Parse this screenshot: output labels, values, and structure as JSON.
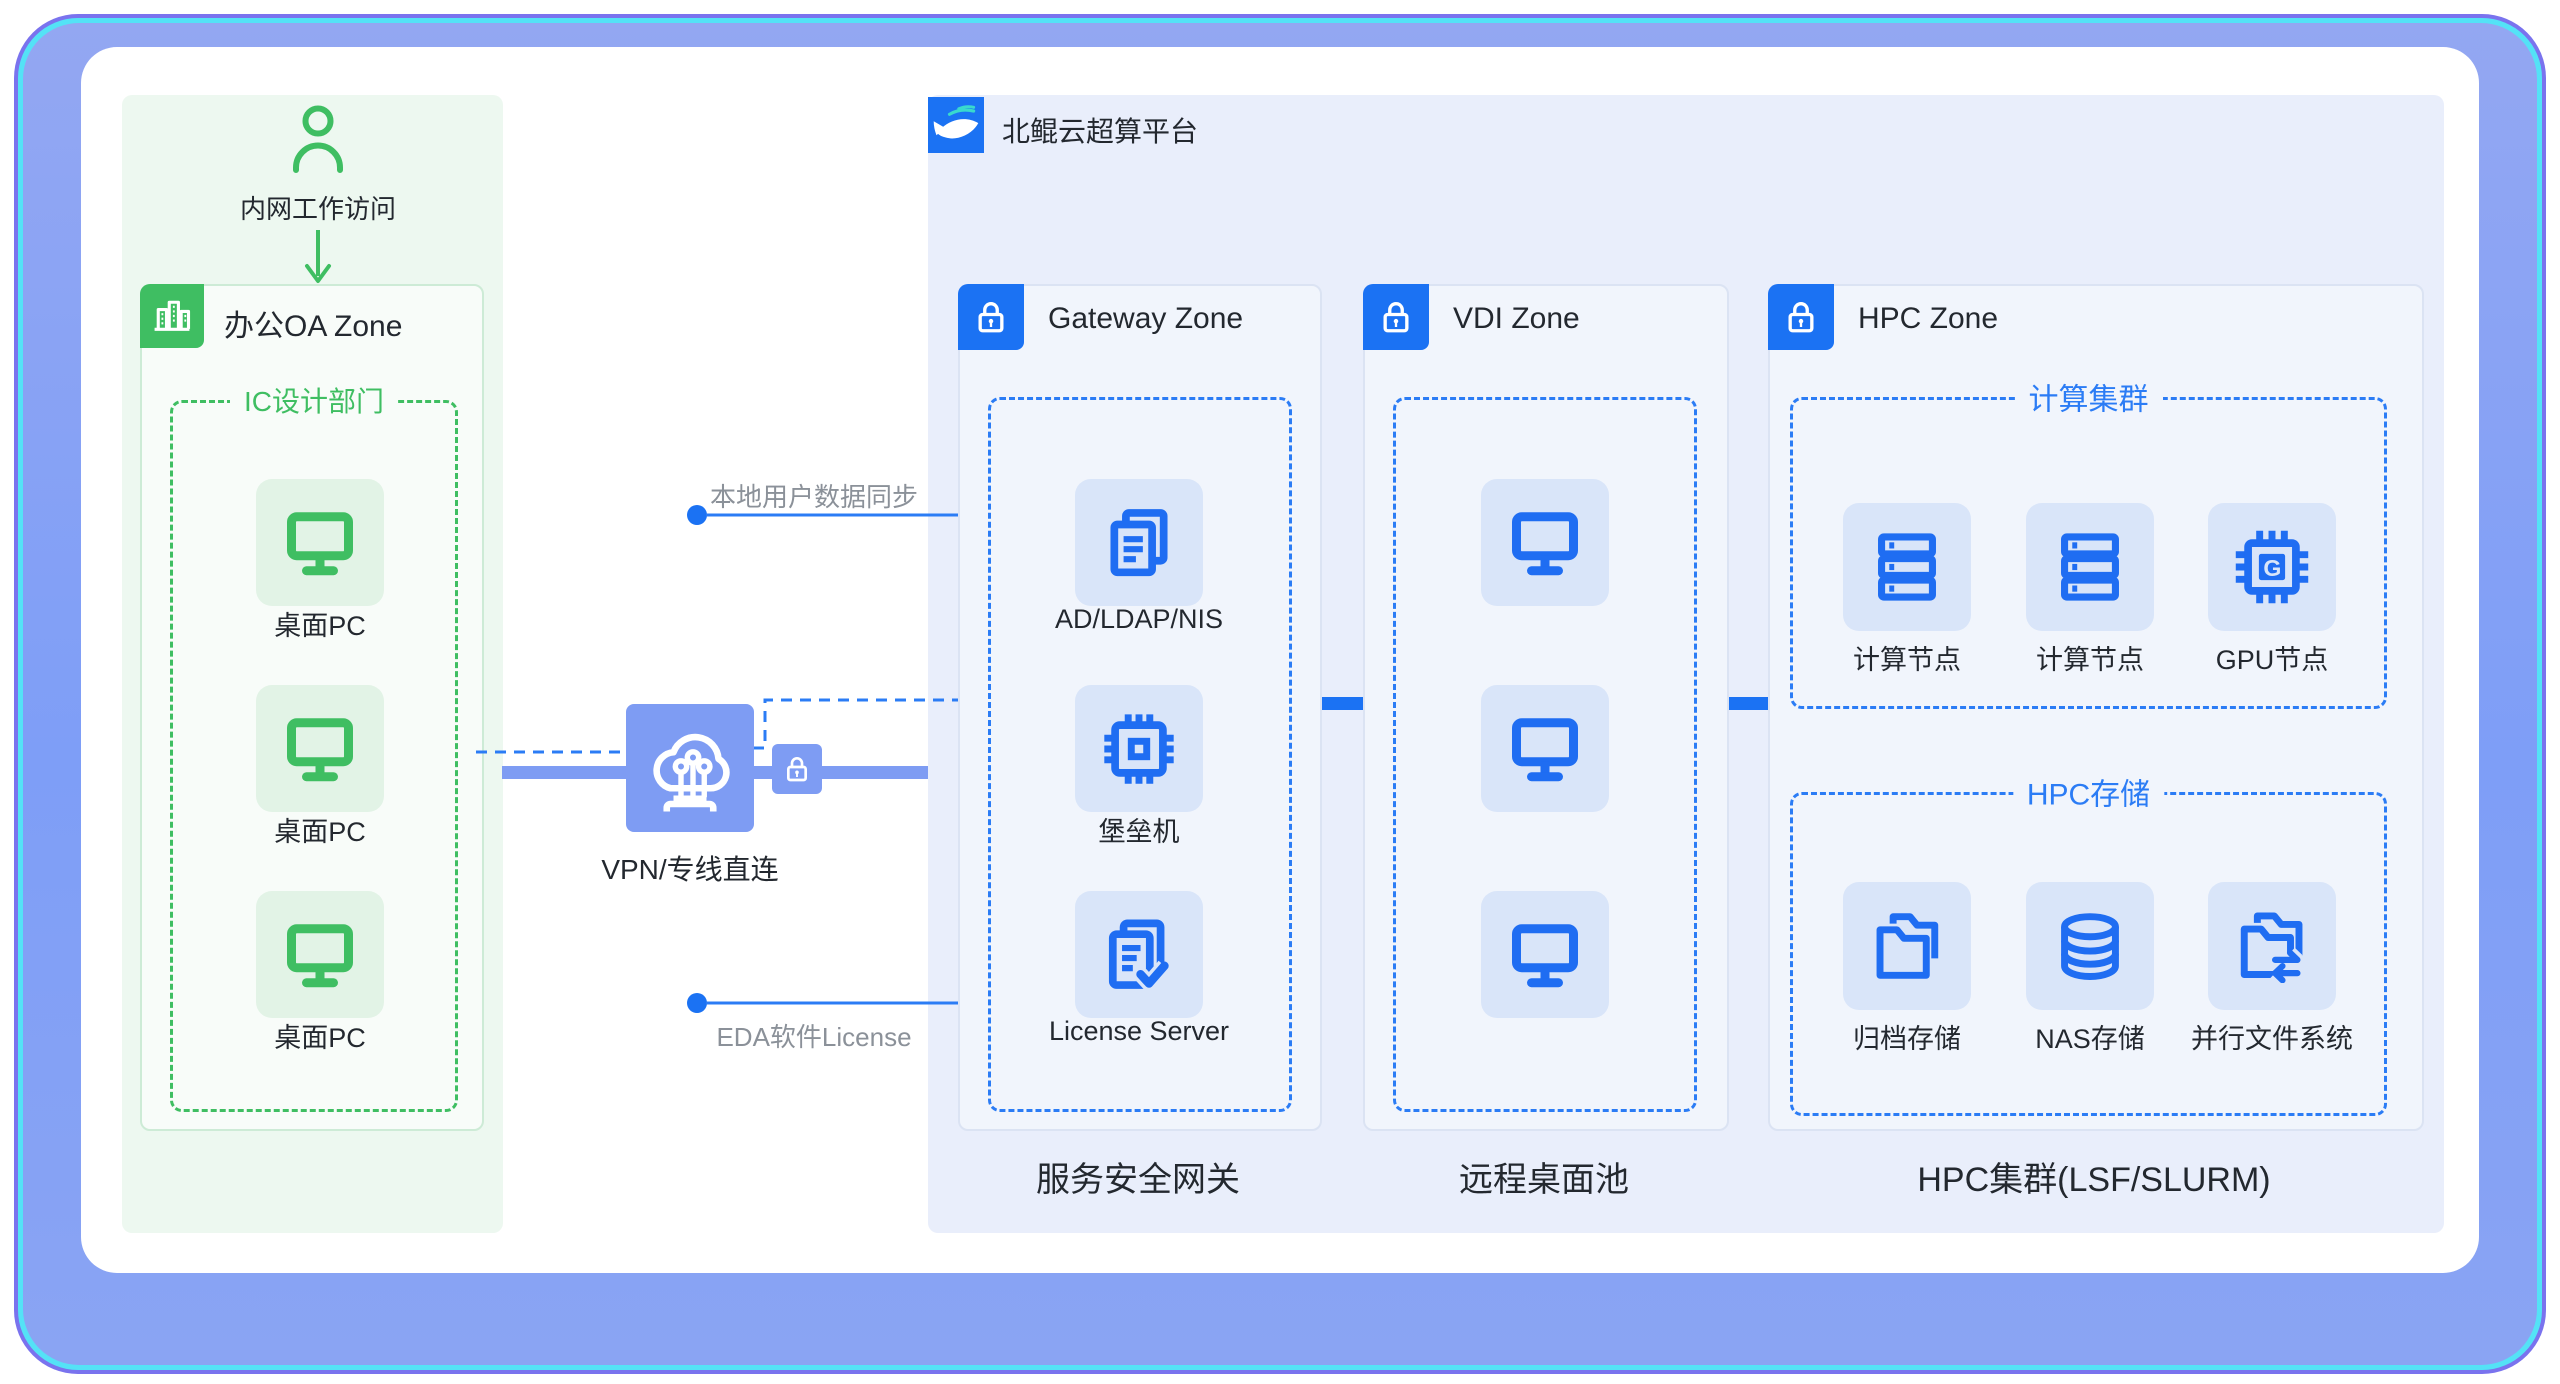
{
  "intranet": {
    "user_label": "内网工作访问"
  },
  "oa_zone": {
    "title": "办公OA Zone",
    "group_label": "IC设计部门",
    "pcs": [
      "桌面PC",
      "桌面PC",
      "桌面PC"
    ]
  },
  "vpn": {
    "label": "VPN/专线直连"
  },
  "links": {
    "user_sync": "本地用户数据同步",
    "eda_license": "EDA软件License"
  },
  "platform": {
    "title": "北鲲云超算平台"
  },
  "gateway_zone": {
    "title": "Gateway Zone",
    "caption": "服务安全网关",
    "items": [
      {
        "label": "AD/LDAP/NIS"
      },
      {
        "label": "堡垒机"
      },
      {
        "label": "License Server"
      }
    ]
  },
  "vdi_zone": {
    "title": "VDI Zone",
    "caption": "远程桌面池"
  },
  "hpc_zone": {
    "title": "HPC Zone",
    "caption": "HPC集群(LSF/SLURM)",
    "compute_group": {
      "label": "计算集群",
      "items": [
        "计算节点",
        "计算节点",
        "GPU节点"
      ]
    },
    "storage_group": {
      "label": "HPC存储",
      "items": [
        "归档存储",
        "NAS存储",
        "并行文件系统"
      ]
    }
  },
  "colors": {
    "accent-blue": "#1b72f3",
    "icon-blue": "#1f6df2",
    "dash-blue": "#2b7cf5",
    "periwinkle": "#7e9cf3",
    "green": "#3fbe62",
    "panel-green": "#edf8f0",
    "panel-blue": "#e9eefb",
    "zone-blue": "#f1f5fc",
    "tile-green": "#e2f3e6",
    "tile-blue": "#d9e5f9",
    "text-dark": "#23282f",
    "text-gray": "#8b9199",
    "frame-purple": "#7a73ee",
    "frame-cyan": "#54e2f6",
    "logo-teal": "#39d9cd"
  }
}
